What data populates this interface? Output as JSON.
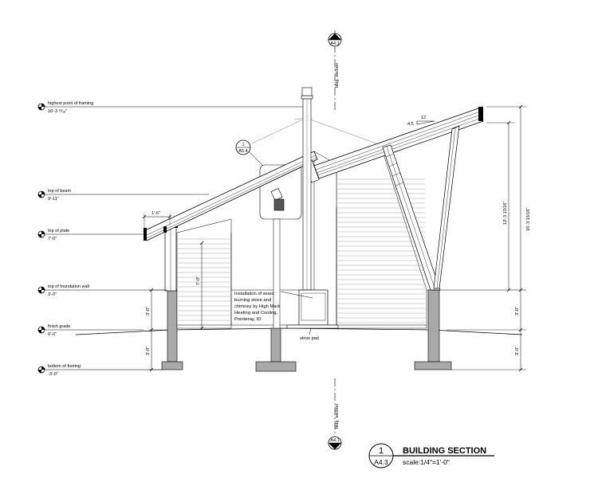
{
  "levels": [
    {
      "name": "highest point of framing",
      "value": "16'-3 ¹³⁄₁₆\""
    },
    {
      "name": "top of beam",
      "value": "9'-11\""
    },
    {
      "name": "top of plate",
      "value": "7'-0\""
    },
    {
      "name": "top of foundation wall",
      "value": "3'-0\""
    },
    {
      "name": "finish grade",
      "value": "0'-0\""
    },
    {
      "name": "bottom of footing",
      "value": "-3'-0\""
    }
  ],
  "section_markers": {
    "top": {
      "sheet": "A4.1",
      "label": "bldg. section"
    },
    "bottom": {
      "sheet": "A4.1",
      "label": "bldg. section"
    }
  },
  "detail_callout": {
    "number": "1",
    "sheet": "A5.4"
  },
  "roof_slope": {
    "rise": "4.5",
    "run": "12"
  },
  "dimensions": {
    "overhang": "1'-6\"",
    "wall_height": "7'-0\"",
    "foundation_left_upper": "3'-0\"",
    "foundation_left_lower": "3'-0\"",
    "right_upper": "13'-3 13/16\"",
    "right_overall": "16'-3 13/16\"",
    "right_mid": "3'-0\"",
    "right_lower": "3'-0\""
  },
  "stove_note": [
    "Installation of wood",
    "burning stove and",
    "chimney by High Mark",
    "Heating and Cooling,",
    "Ponderay, ID."
  ],
  "stove_pad_label": "stove pad",
  "title_block": {
    "number": "1",
    "sheet": "A4.3",
    "title": "BUILDING SECTION",
    "scale": "scale:1/4\"=1'-0\""
  }
}
